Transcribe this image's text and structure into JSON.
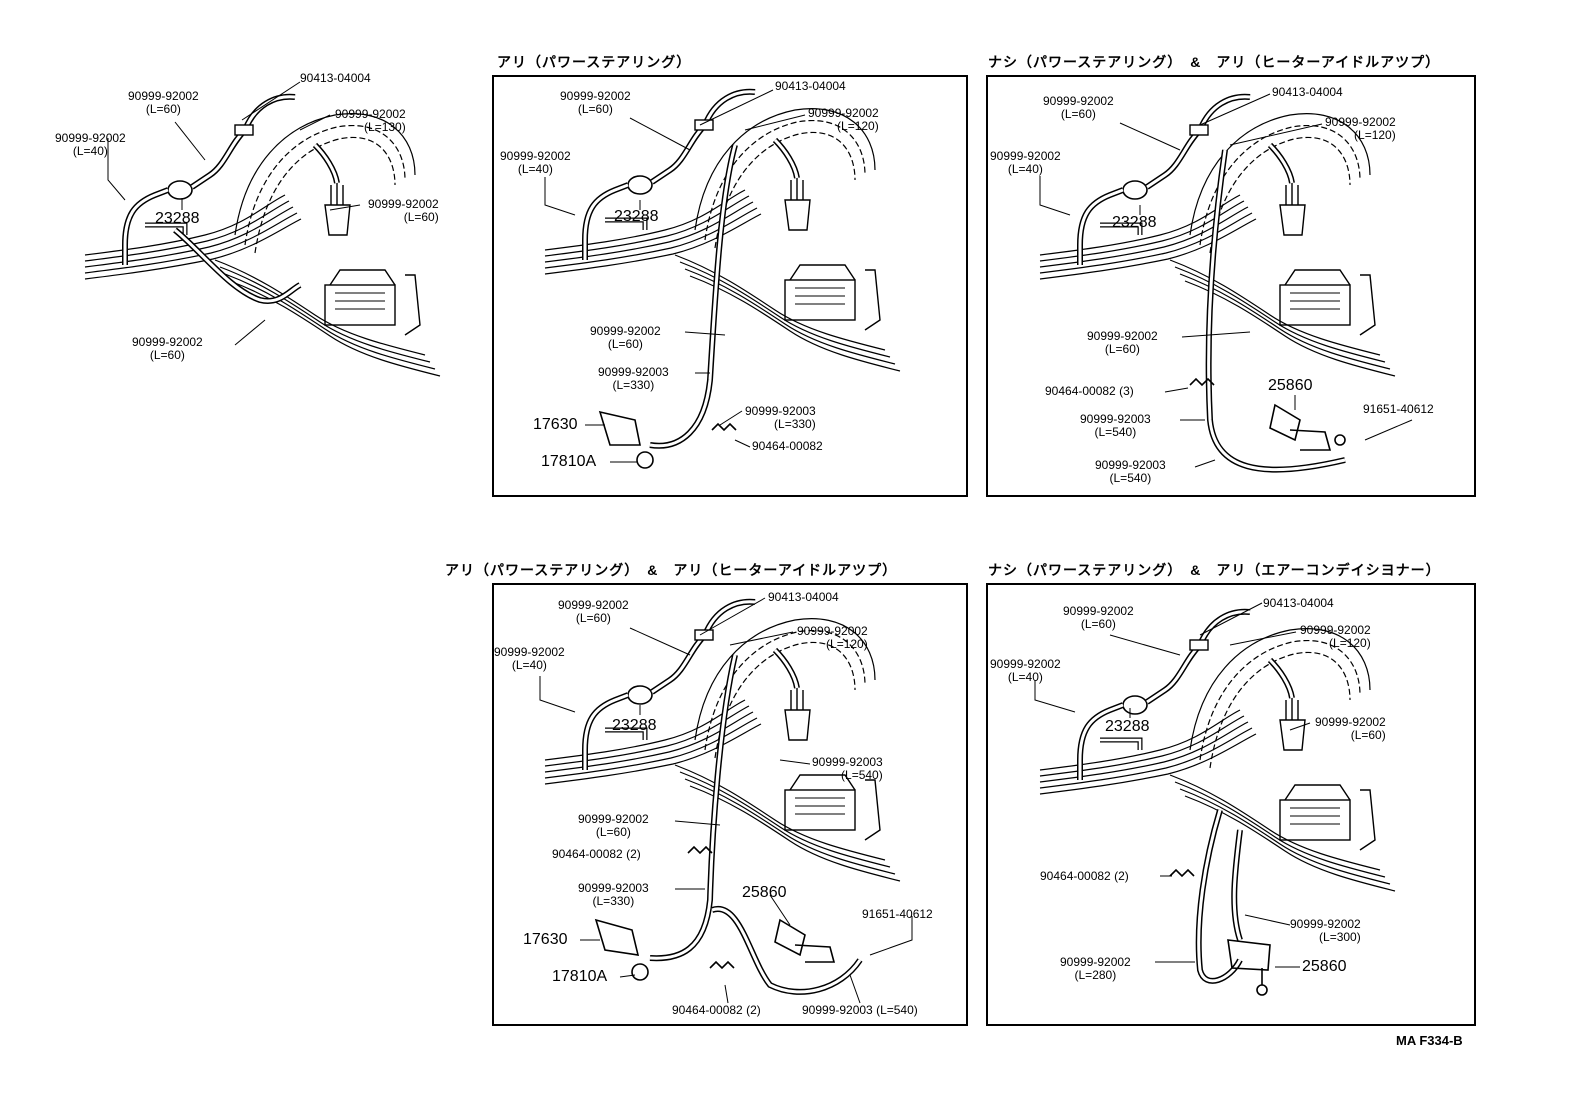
{
  "titles": {
    "p2": "アリ（パワーステアリング）",
    "p3": "ナシ（パワーステアリング）　&　アリ（ヒーターアイドルアツプ）",
    "p4": "アリ（パワーステアリング）　&　アリ（ヒーターアイドルアツプ）",
    "p5": "ナシ（パワーステアリング）　&　アリ（エアーコンデイシヨナー）"
  },
  "parts": {
    "hose2": "90999-92002",
    "hose3": "90999-92003",
    "tee": "90413-04004",
    "clamp": "90464-00082",
    "clamp3": "90464-00082 (3)",
    "clamp2": "90464-00082 (2)",
    "bolt": "91651-40612",
    "filter": "23288",
    "valve": "25860",
    "act": "17630",
    "cap": "17810A",
    "hose3_540_inline": "90999-92003 (L=540)"
  },
  "lengths": {
    "l40": "(L=40)",
    "l60": "(L=60)",
    "l120": "(L=120)",
    "l130": "(L=130)",
    "l280": "(L=280)",
    "l300": "(L=300)",
    "l330": "(L=330)",
    "l540": "(L=540)"
  },
  "figure_code": "MA  F334-B"
}
